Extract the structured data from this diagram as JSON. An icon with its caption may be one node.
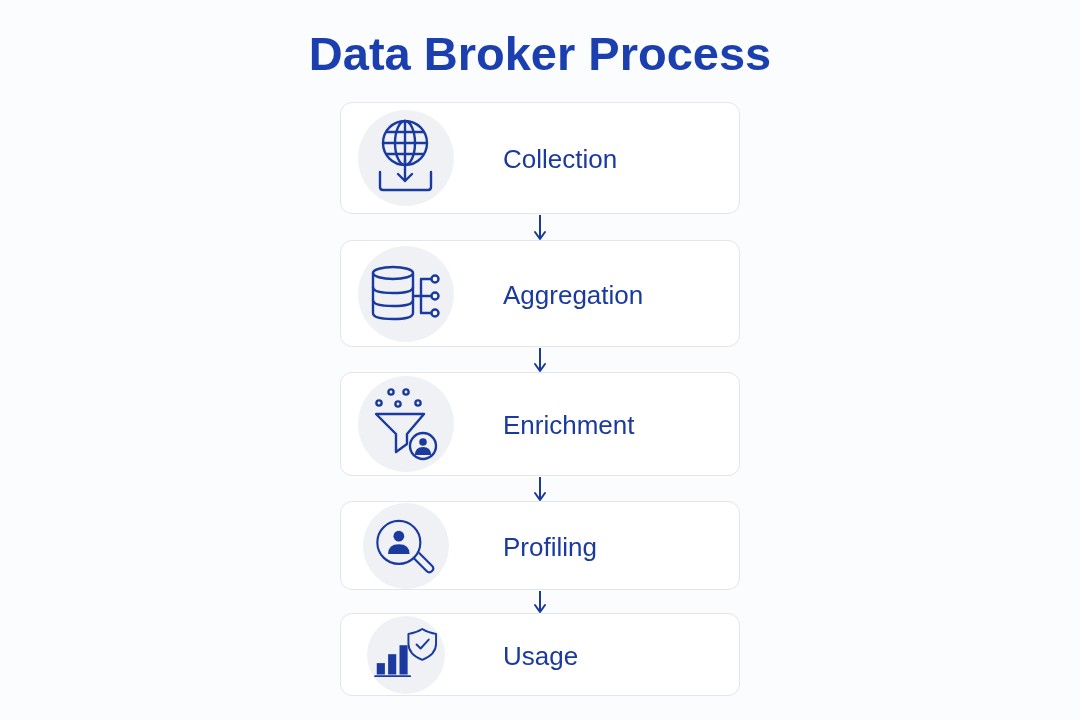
{
  "diagram": {
    "title": "Data Broker Process",
    "nodes": [
      {
        "text": [
          "Collection"
        ]
      },
      {
        "text": [
          "Aggregation"
        ]
      },
      {
        "text": [
          "Enrichment"
        ]
      },
      {
        "text": [
          "Profiling"
        ]
      },
      {
        "text": [
          "Usage"
        ]
      }
    ],
    "edges": [
      {
        "from": 0,
        "to": 1,
        "arrow": "to"
      },
      {
        "from": 1,
        "to": 2,
        "arrow": "to"
      },
      {
        "from": 2,
        "to": 3,
        "arrow": "to"
      },
      {
        "from": 3,
        "to": 4,
        "arrow": "to"
      }
    ]
  }
}
